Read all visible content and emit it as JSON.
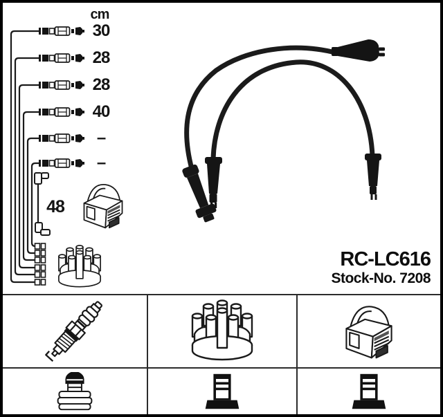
{
  "product": {
    "model": "RC-LC616",
    "stock_no": "Stock-No. 7208"
  },
  "measurements": {
    "unit": "cm",
    "cable_lengths": [
      "30",
      "28",
      "28",
      "40",
      "–",
      "–"
    ],
    "coil_cable_length": "48"
  },
  "legend_icons": {
    "row1": [
      "spark-plug",
      "distributor-cap",
      "ignition-coil"
    ],
    "row2": [
      "spark-plug-boot",
      "distributor-terminal",
      "coil-terminal"
    ]
  },
  "colors": {
    "background": "#ffffff",
    "frame": "#000000",
    "line_art": "#1a1a1a",
    "cable": "#1b1b1b",
    "grid_line": "#2b2b2b"
  }
}
